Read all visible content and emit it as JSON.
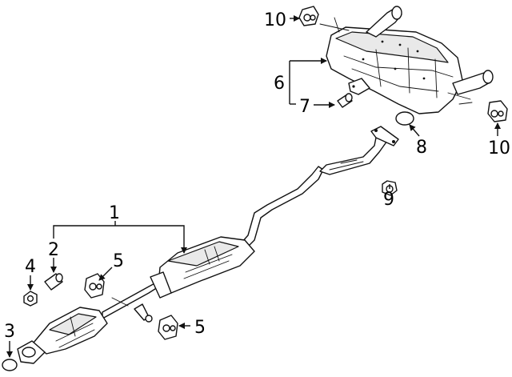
{
  "callouts": {
    "c1": "1",
    "c2": "2",
    "c3": "3",
    "c4": "4",
    "c5a": "5",
    "c5b": "5",
    "c6": "6",
    "c7": "7",
    "c8": "8",
    "c9": "9",
    "c10a": "10",
    "c10b": "10"
  },
  "colors": {
    "line": "#111111",
    "shade": "#e9e9e9",
    "background": "#ffffff"
  }
}
